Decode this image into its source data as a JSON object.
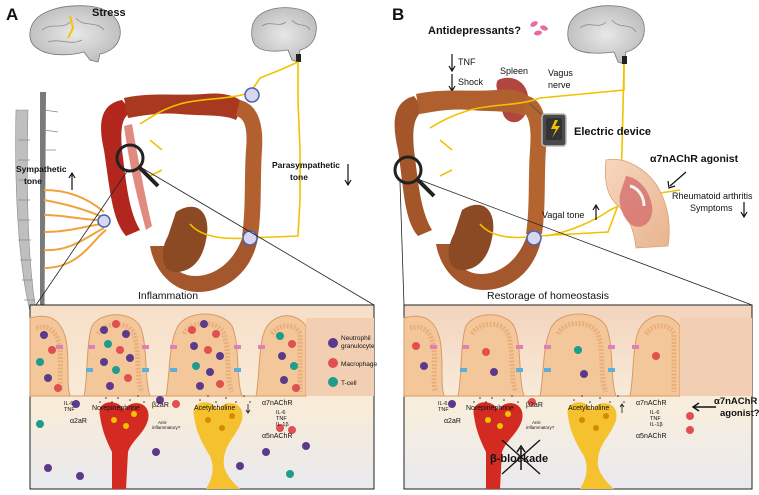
{
  "panel_a": {
    "letter": "A",
    "stress": "Stress",
    "sympathetic": [
      "Sympathetic",
      "tone"
    ],
    "parasympathetic": [
      "Parasympathetic",
      "tone"
    ],
    "inset_title": "Inflammation",
    "legend": {
      "neutrophil": [
        "Neutrophil",
        "granulocyte"
      ],
      "macrophage": "Macrophage",
      "tcell": "T-cell"
    },
    "labels": {
      "il6_tnf": [
        "IL-6",
        "TNF"
      ],
      "norepinephrine": "Norepinephrine",
      "b2ar": "β2aR",
      "a2ar": "α2aR",
      "anti_inflammatory": [
        "Anti-",
        "inflammatory?"
      ],
      "acetylcholine": "Acetylcholine",
      "a7nachr": "α7nAChR",
      "il6_tnf_il1b": [
        "IL-6",
        "TNF",
        "IL-1β"
      ],
      "a5nachr": "α5nAChR"
    }
  },
  "panel_b": {
    "letter": "B",
    "antidepressants": "Antidepressants?",
    "tnf": "TNF",
    "shock": "Shock",
    "spleen": "Spleen",
    "vagus": [
      "Vagus",
      "nerve"
    ],
    "electric_device": "Electric device",
    "agonist": "α7nAChR agonist",
    "ra": [
      "Rheumatoid arthritis",
      "Symptoms"
    ],
    "vagal_tone": "Vagal tone",
    "inset_title": "Restorage of homeostasis",
    "agonist_q": [
      "α7nAChR",
      "agonist?"
    ],
    "beta_blockade": "β-blockade",
    "labels": {
      "il6_tnf": [
        "IL-6",
        "TNF"
      ],
      "norepinephrine": "Norepinephrine",
      "b2ar": "β2aR",
      "a2ar": "α2aR",
      "anti_inflammatory": [
        "Anti-",
        "inflammatory?"
      ],
      "acetylcholine": "Acetylcholine",
      "a7nachr": "α7nAChR",
      "il6_tnf_il1b": [
        "IL-6",
        "TNF",
        "IL-1β"
      ],
      "a5nachr": "α5nAChR"
    }
  },
  "colors": {
    "nerve": "#f2c200",
    "colon_inflamed": "#b3261e",
    "colon_normal": "#a5552a",
    "macrophage": "#e05050",
    "neutrophil": "#5b3a8c",
    "tcell": "#1f9c8c",
    "villus": "#f4c79a"
  }
}
